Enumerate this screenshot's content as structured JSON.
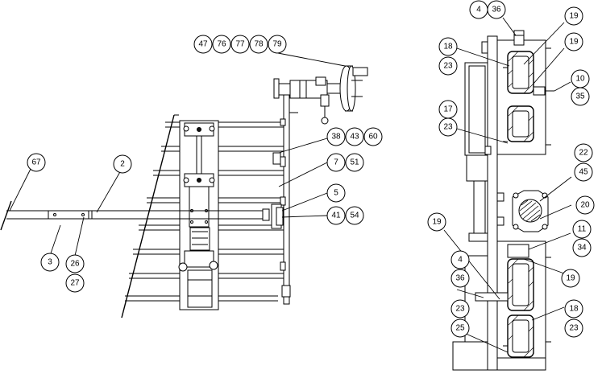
{
  "balloons": [
    {
      "id": "b47",
      "text": "47"
    },
    {
      "id": "b76",
      "text": "76"
    },
    {
      "id": "b77",
      "text": "77"
    },
    {
      "id": "b78",
      "text": "78"
    },
    {
      "id": "b79",
      "text": "79"
    },
    {
      "id": "b38",
      "text": "38"
    },
    {
      "id": "b43",
      "text": "43"
    },
    {
      "id": "b60",
      "text": "60"
    },
    {
      "id": "b7",
      "text": "7"
    },
    {
      "id": "b51",
      "text": "51"
    },
    {
      "id": "b5",
      "text": "5"
    },
    {
      "id": "b41",
      "text": "41"
    },
    {
      "id": "b54",
      "text": "54"
    },
    {
      "id": "b67",
      "text": "67"
    },
    {
      "id": "b2",
      "text": "2"
    },
    {
      "id": "b3",
      "text": "3"
    },
    {
      "id": "b26",
      "text": "26"
    },
    {
      "id": "b27",
      "text": "27"
    },
    {
      "id": "r4a",
      "text": "4"
    },
    {
      "id": "r36a",
      "text": "36"
    },
    {
      "id": "r18a",
      "text": "18"
    },
    {
      "id": "r23a",
      "text": "23"
    },
    {
      "id": "r19a",
      "text": "19"
    },
    {
      "id": "r19b",
      "text": "19"
    },
    {
      "id": "r10",
      "text": "10"
    },
    {
      "id": "r35",
      "text": "35"
    },
    {
      "id": "r17",
      "text": "17"
    },
    {
      "id": "r23b",
      "text": "23"
    },
    {
      "id": "r22",
      "text": "22"
    },
    {
      "id": "r45",
      "text": "45"
    },
    {
      "id": "r20",
      "text": "20"
    },
    {
      "id": "r19c",
      "text": "19"
    },
    {
      "id": "r11",
      "text": "11"
    },
    {
      "id": "r34",
      "text": "34"
    },
    {
      "id": "r4b",
      "text": "4"
    },
    {
      "id": "r36b",
      "text": "36"
    },
    {
      "id": "r19d",
      "text": "19"
    },
    {
      "id": "r23c",
      "text": "23"
    },
    {
      "id": "r18b",
      "text": "18"
    },
    {
      "id": "r25",
      "text": "25"
    },
    {
      "id": "r23d",
      "text": "23"
    }
  ]
}
